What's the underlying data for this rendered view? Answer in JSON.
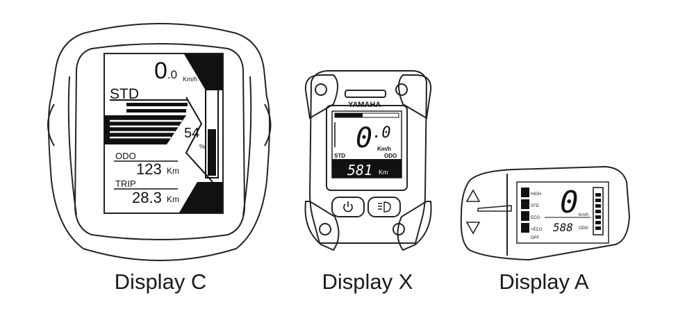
{
  "display_c": {
    "caption": "Display C",
    "speed_int": "0",
    "speed_dec": ".0",
    "speed_unit": "Km/h",
    "mode": "STD",
    "battery_pct": "54",
    "battery_pct_unit": "%",
    "battery_level": 0.54,
    "odo_label": "ODO",
    "odo_value": "123",
    "odo_unit": "Km",
    "trip_label": "TRIP",
    "trip_value": "28.3",
    "trip_unit": "Km"
  },
  "display_x": {
    "caption": "Display X",
    "brand": "YAMAHA",
    "speed_int": "0",
    "speed_dec": ".0",
    "speed_unit": "Km/h",
    "mode": "STD",
    "odo_label": "ODO",
    "odo_value": "581",
    "odo_unit": "Km",
    "power_icon": "power-icon",
    "light_icon": "headlight-icon"
  },
  "display_a": {
    "caption": "Display A",
    "speed_value": "0",
    "speed_unit": "Km/h",
    "odo_value": "588",
    "odo_label": "ODO",
    "modes": [
      "HIGH",
      "STD",
      "ECO",
      "+ECO",
      "OFF"
    ],
    "up_icon": "up-arrow-icon",
    "down_icon": "down-arrow-icon"
  }
}
